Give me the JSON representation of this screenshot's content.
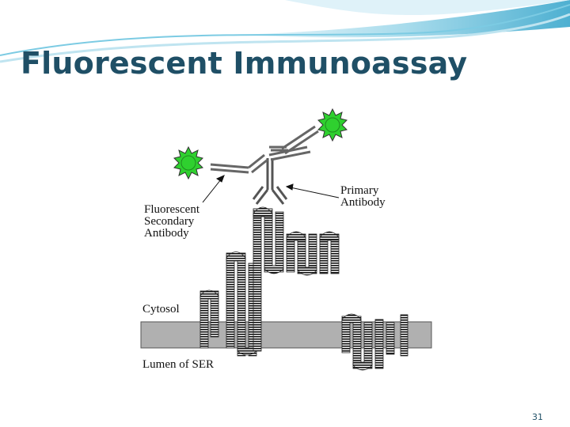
{
  "slide": {
    "title": "Fluorescent Immunoassay",
    "page_number": "31",
    "colors": {
      "title": "#1f4f66",
      "swoosh_light": "#bfe4f0",
      "swoosh_mid": "#7ccbe3",
      "swoosh_dark": "#3aa7cc",
      "fluorophore": "#2fd02f",
      "membrane": "#b0b0b0"
    }
  },
  "diagram": {
    "labels": {
      "secondary_antibody": [
        "Fluorescent",
        "Secondary",
        "Antibody"
      ],
      "primary_antibody": [
        "Primary",
        "Antibody"
      ],
      "cytosol": "Cytosol",
      "lumen": "Lumen of SER"
    },
    "icons": [
      "fluorophore-icon",
      "antibody-icon",
      "membrane-protein-icon"
    ]
  }
}
